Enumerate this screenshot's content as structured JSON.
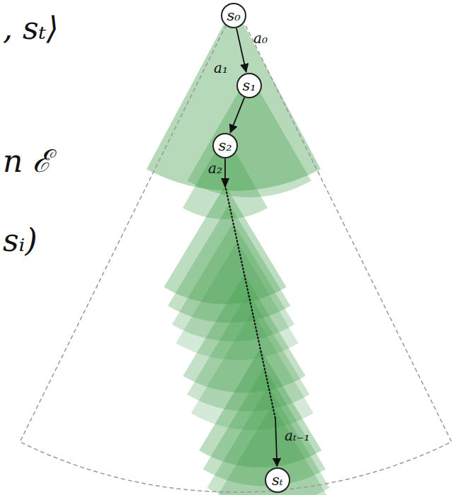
{
  "diagram": {
    "nodes": [
      {
        "text": [
          "s₀"
        ]
      },
      {
        "text": [
          "s₁"
        ]
      },
      {
        "text": [
          "s₂"
        ]
      },
      {
        "text": [
          "sₜ"
        ]
      }
    ],
    "edges": [
      {
        "from": 0,
        "to": 1,
        "arrow": "to",
        "label": "a₀"
      },
      {
        "from": 1,
        "to": 2,
        "arrow": "to",
        "label": "a₁"
      },
      {
        "from": 2,
        "to": 3,
        "arrow": "to",
        "label": "aₜ₋₁"
      }
    ],
    "labels": [
      ", sₜ⟩",
      "n ℰ",
      "sᵢ)",
      "a₂"
    ]
  }
}
